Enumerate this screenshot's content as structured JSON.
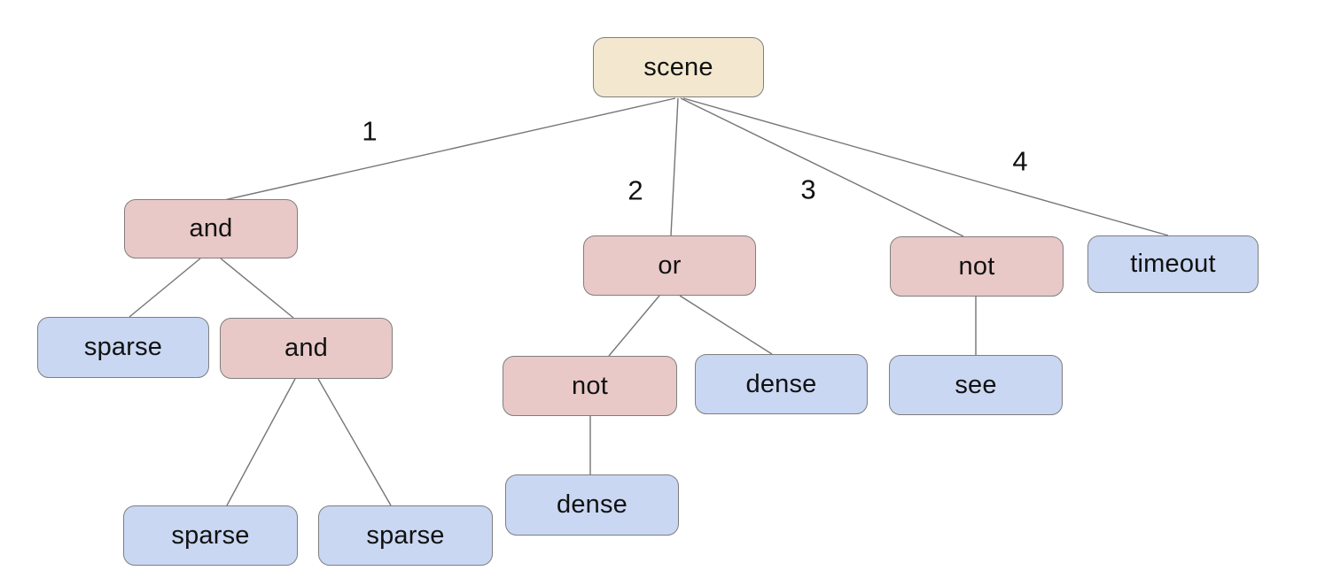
{
  "diagram": {
    "type": "tree",
    "root": "scene",
    "colors": {
      "root_bg": "#f3e8cf",
      "operator_bg": "#e8c9c8",
      "leaf_bg": "#c9d7f2",
      "node_border": "#7f7f7f",
      "edge_line": "#757575",
      "text": "#111111",
      "background": "#ffffff"
    },
    "nodes": [
      {
        "id": "scene",
        "label": "scene",
        "kind": "root"
      },
      {
        "id": "and1",
        "label": "and",
        "kind": "operator"
      },
      {
        "id": "or1",
        "label": "or",
        "kind": "operator"
      },
      {
        "id": "not1",
        "label": "not",
        "kind": "operator"
      },
      {
        "id": "timeout1",
        "label": "timeout",
        "kind": "leaf"
      },
      {
        "id": "sparse1",
        "label": "sparse",
        "kind": "leaf"
      },
      {
        "id": "and2",
        "label": "and",
        "kind": "operator"
      },
      {
        "id": "not2",
        "label": "not",
        "kind": "operator"
      },
      {
        "id": "dense1",
        "label": "dense",
        "kind": "leaf"
      },
      {
        "id": "see1",
        "label": "see",
        "kind": "leaf"
      },
      {
        "id": "sparse2",
        "label": "sparse",
        "kind": "leaf"
      },
      {
        "id": "sparse3",
        "label": "sparse",
        "kind": "leaf"
      },
      {
        "id": "dense2",
        "label": "dense",
        "kind": "leaf"
      }
    ],
    "edges": [
      {
        "from": "scene",
        "to": "and1",
        "label": "1"
      },
      {
        "from": "scene",
        "to": "or1",
        "label": "2"
      },
      {
        "from": "scene",
        "to": "not1",
        "label": "3"
      },
      {
        "from": "scene",
        "to": "timeout1",
        "label": "4"
      },
      {
        "from": "and1",
        "to": "sparse1",
        "label": ""
      },
      {
        "from": "and1",
        "to": "and2",
        "label": ""
      },
      {
        "from": "and2",
        "to": "sparse2",
        "label": ""
      },
      {
        "from": "and2",
        "to": "sparse3",
        "label": ""
      },
      {
        "from": "or1",
        "to": "not2",
        "label": ""
      },
      {
        "from": "or1",
        "to": "dense1",
        "label": ""
      },
      {
        "from": "not2",
        "to": "dense2",
        "label": ""
      },
      {
        "from": "not1",
        "to": "see1",
        "label": ""
      }
    ]
  }
}
